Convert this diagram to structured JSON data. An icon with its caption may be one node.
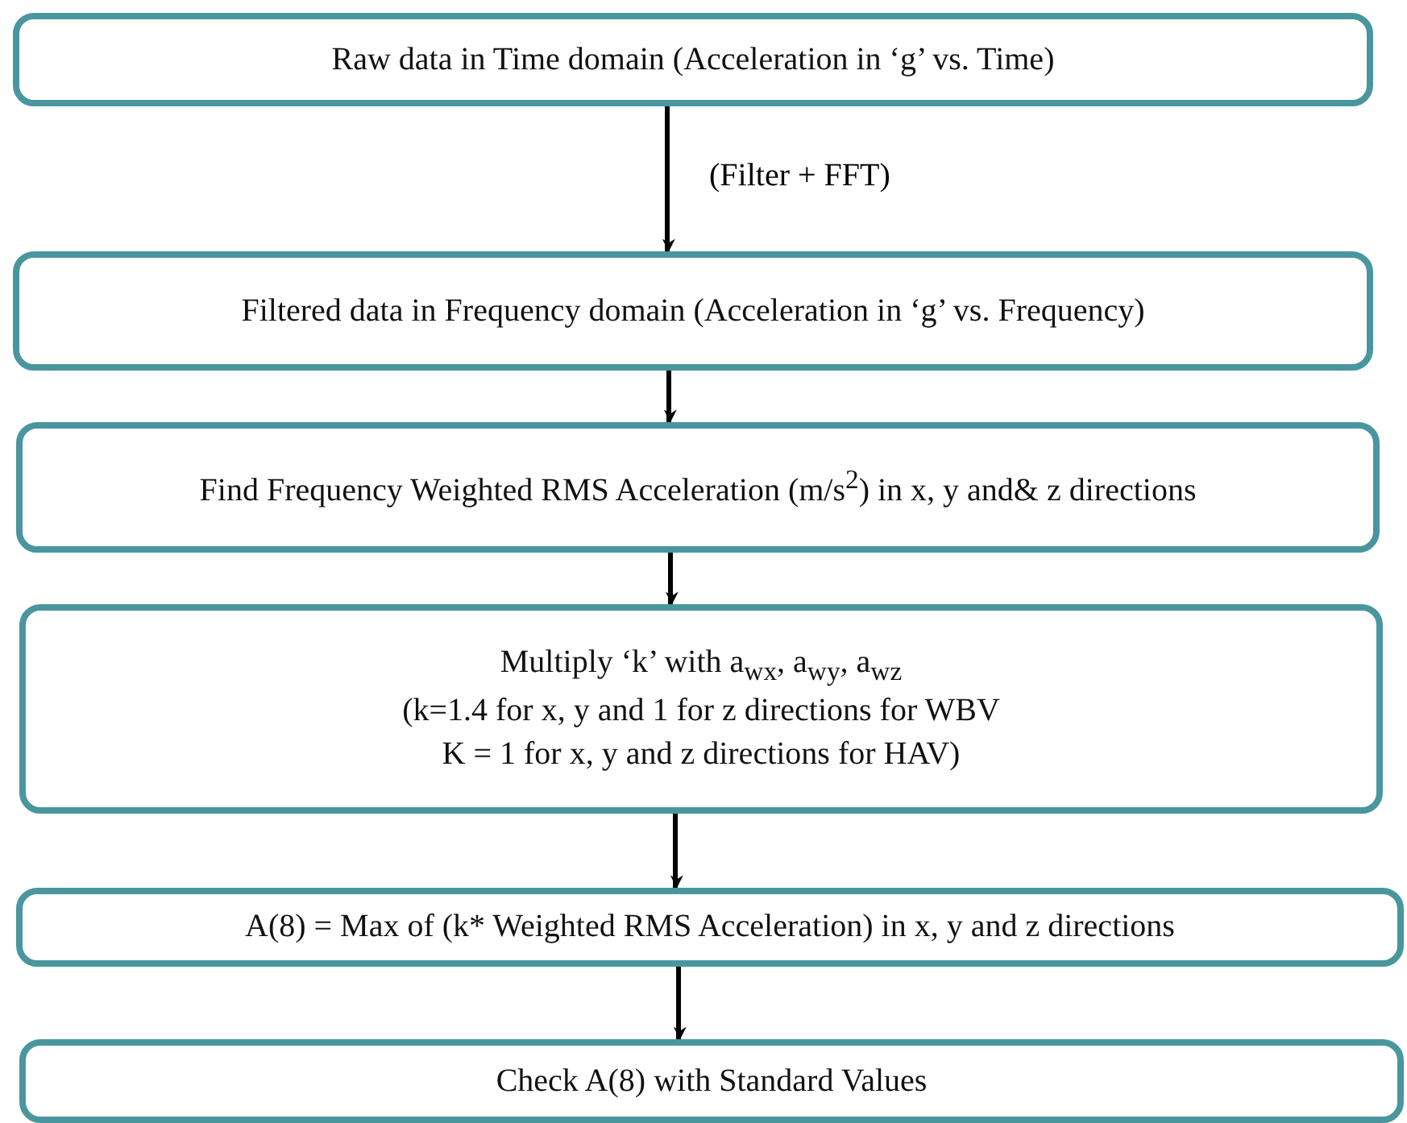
{
  "diagram": {
    "nodes": [
      {
        "text": [
          "Raw data in Time domain (Acceleration in ‘g’ vs. Time)"
        ]
      },
      {
        "text": [
          "Filtered data in Frequency domain (Acceleration in ‘g’ vs. Frequency)"
        ]
      },
      {
        "text": [
          "Find Frequency Weighted RMS Acceleration (m/s$^{2}$) in x, y and& z directions"
        ]
      },
      {
        "text": [
          "Multiply ‘k’ with a$_{wx}$, a$_{wy}$, a$_{wz}$",
          "(k=1.4 for x, y and 1 for z directions for WBV",
          "K = 1 for x, y and z directions for HAV)"
        ]
      },
      {
        "text": [
          "A(8) = Max of (k* Weighted RMS Acceleration) in x, y and z directions"
        ]
      },
      {
        "text": [
          "Check A(8) with Standard Values"
        ]
      }
    ],
    "edges": [
      {
        "from": 0,
        "to": 1,
        "arrow": "to",
        "label": "(Filter + FFT)"
      },
      {
        "from": 1,
        "to": 2,
        "arrow": "to"
      },
      {
        "from": 2,
        "to": 3,
        "arrow": "to"
      },
      {
        "from": 3,
        "to": 4,
        "arrow": "to"
      },
      {
        "from": 4,
        "to": 5,
        "arrow": "to"
      }
    ]
  }
}
